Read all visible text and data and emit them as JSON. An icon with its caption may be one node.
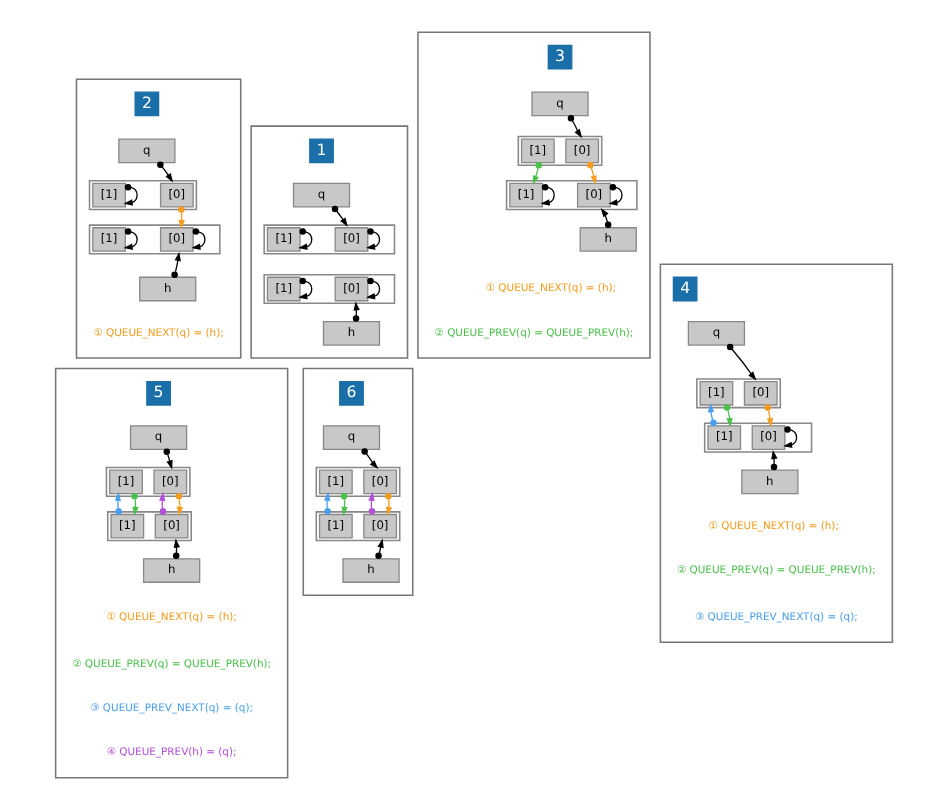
{
  "diagram": {
    "nodes": [
      {
        "text": [],
        "shape": "box"
      },
      {
        "text": [
          "1"
        ],
        "in": 0
      },
      {
        "text": [
          "q"
        ],
        "in": 0
      },
      {
        "text": [],
        "shape": "box",
        "in": 0
      },
      {
        "text": [
          "[0]"
        ],
        "in": 3
      },
      {
        "text": [
          "[1]"
        ],
        "in": 3
      },
      {
        "text": [],
        "shape": "box",
        "in": 0
      },
      {
        "text": [
          "[0]"
        ],
        "in": 6
      },
      {
        "text": [
          "[1]"
        ],
        "in": 6
      },
      {
        "text": [
          "h"
        ],
        "in": 0
      },
      {
        "text": [],
        "shape": "box"
      },
      {
        "text": [
          "2"
        ],
        "in": 10
      },
      {
        "text": [
          "q"
        ],
        "in": 10
      },
      {
        "text": [],
        "shape": "box",
        "in": 10
      },
      {
        "text": [
          "[0]"
        ],
        "in": 13
      },
      {
        "text": [
          "[1]"
        ],
        "in": 13
      },
      {
        "text": [],
        "shape": "box",
        "in": 10
      },
      {
        "text": [
          "[0]"
        ],
        "in": 16
      },
      {
        "text": [
          "[1]"
        ],
        "in": 16
      },
      {
        "text": [
          "h"
        ],
        "in": 10
      },
      {
        "text": [],
        "shape": "box"
      },
      {
        "text": [
          "3"
        ],
        "in": 20
      },
      {
        "text": [
          "q"
        ],
        "in": 20
      },
      {
        "text": [],
        "shape": "box",
        "in": 20
      },
      {
        "text": [
          "[0]"
        ],
        "in": 23
      },
      {
        "text": [
          "[1]"
        ],
        "in": 23
      },
      {
        "text": [],
        "shape": "box",
        "in": 20
      },
      {
        "text": [
          "[0]"
        ],
        "in": 26
      },
      {
        "text": [
          "[1]"
        ],
        "in": 26
      },
      {
        "text": [
          "h"
        ],
        "in": 20
      },
      {
        "text": [],
        "shape": "box"
      },
      {
        "text": [
          "6"
        ],
        "in": 30
      },
      {
        "text": [
          "q"
        ],
        "in": 30
      },
      {
        "text": [],
        "shape": "box",
        "in": 30
      },
      {
        "text": [
          "[0]"
        ],
        "in": 33
      },
      {
        "text": [
          "[1]"
        ],
        "in": 33
      },
      {
        "text": [],
        "shape": "box",
        "in": 30
      },
      {
        "text": [
          "[0]"
        ],
        "in": 36
      },
      {
        "text": [
          "[1]"
        ],
        "in": 36
      },
      {
        "text": [
          "h"
        ],
        "in": 30
      },
      {
        "text": [],
        "shape": "box"
      },
      {
        "text": [
          "5"
        ],
        "in": 40
      },
      {
        "text": [
          "q"
        ],
        "in": 40
      },
      {
        "text": [],
        "shape": "box",
        "in": 40
      },
      {
        "text": [
          "[0]"
        ],
        "in": 43
      },
      {
        "text": [
          "[1]"
        ],
        "in": 43
      },
      {
        "text": [],
        "shape": "box",
        "in": 40
      },
      {
        "text": [
          "[0]"
        ],
        "in": 46
      },
      {
        "text": [
          "[1]"
        ],
        "in": 46
      },
      {
        "text": [
          "h"
        ],
        "in": 40
      },
      {
        "text": [],
        "shape": "box"
      },
      {
        "text": [
          "4"
        ],
        "in": 50
      },
      {
        "text": [
          "q"
        ],
        "in": 50
      },
      {
        "text": [],
        "shape": "box",
        "in": 50
      },
      {
        "text": [
          "[0]"
        ],
        "in": 53
      },
      {
        "text": [
          "[1]"
        ],
        "in": 53
      },
      {
        "text": [],
        "shape": "box",
        "in": 50
      },
      {
        "text": [
          "[0]"
        ],
        "in": 56
      },
      {
        "text": [
          "[1]"
        ],
        "in": 56
      },
      {
        "text": [
          "h"
        ],
        "in": 50
      }
    ],
    "edges": [
      {
        "from": 2,
        "to": 3,
        "arrow": "to"
      },
      {
        "from": 4,
        "to": 4,
        "arrow": "to"
      },
      {
        "from": 5,
        "to": 5,
        "arrow": "to"
      },
      {
        "from": 7,
        "to": 7,
        "arrow": "to"
      },
      {
        "from": 8,
        "to": 8,
        "arrow": "to"
      },
      {
        "from": 9,
        "to": 6,
        "arrow": "to"
      },
      {
        "from": 12,
        "to": 13,
        "arrow": "to"
      },
      {
        "from": 14,
        "to": 17,
        "arrow": "to",
        "color": "#f39c1f"
      },
      {
        "from": 15,
        "to": 15,
        "arrow": "to"
      },
      {
        "from": 17,
        "to": 17,
        "arrow": "to"
      },
      {
        "from": 18,
        "to": 18,
        "arrow": "to"
      },
      {
        "from": 19,
        "to": 16,
        "arrow": "to"
      },
      {
        "from": 22,
        "to": 23,
        "arrow": "to"
      },
      {
        "from": 24,
        "to": 27,
        "arrow": "to",
        "color": "#f39c1f"
      },
      {
        "from": 25,
        "to": 28,
        "arrow": "to",
        "color": "#4cc04c"
      },
      {
        "from": 27,
        "to": 27,
        "arrow": "to"
      },
      {
        "from": 28,
        "to": 28,
        "arrow": "to"
      },
      {
        "from": 29,
        "to": 26,
        "arrow": "to"
      },
      {
        "from": 32,
        "to": 33,
        "arrow": "to"
      },
      {
        "from": 37,
        "to": 34,
        "arrow": "to",
        "color": "#b44fd8"
      },
      {
        "from": 34,
        "to": 37,
        "arrow": "to",
        "color": "#f39c1f"
      },
      {
        "from": 35,
        "to": 38,
        "arrow": "to",
        "color": "#4cc04c"
      },
      {
        "from": 38,
        "to": 35,
        "arrow": "to",
        "color": "#4a9ff0"
      },
      {
        "from": 39,
        "to": 36,
        "arrow": "to"
      },
      {
        "from": 42,
        "to": 43,
        "arrow": "to"
      },
      {
        "from": 44,
        "to": 47,
        "arrow": "to",
        "color": "#f39c1f"
      },
      {
        "from": 45,
        "to": 48,
        "arrow": "to",
        "color": "#4cc04c"
      },
      {
        "from": 48,
        "to": 45,
        "arrow": "to",
        "color": "#4a9ff0"
      },
      {
        "from": 47,
        "to": 44,
        "arrow": "to",
        "color": "#b44fd8"
      },
      {
        "from": 49,
        "to": 46,
        "arrow": "to"
      },
      {
        "from": 52,
        "to": 53,
        "arrow": "to"
      },
      {
        "from": 54,
        "to": 57,
        "arrow": "to",
        "color": "#f39c1f"
      },
      {
        "from": 55,
        "to": 58,
        "arrow": "to",
        "color": "#4cc04c"
      },
      {
        "from": 58,
        "to": 55,
        "arrow": "to",
        "color": "#4a9ff0"
      },
      {
        "from": 57,
        "to": 57,
        "arrow": "to"
      },
      {
        "from": 59,
        "to": 56,
        "arrow": "to"
      }
    ],
    "labels": [
      "① QUEUE_NEXT(q) = (h);",
      "① QUEUE_NEXT(q) = (h);",
      "② QUEUE_PREV(q) = QUEUE_PREV(h);",
      "① QUEUE_NEXT(q) = (h);",
      "② QUEUE_PREV(q) = QUEUE_PREV(h);",
      "③ QUEUE_PREV_NEXT(q) = (q);",
      "④ QUEUE_PREV(h) = (q);",
      "① QUEUE_NEXT(q) = (h);",
      "② QUEUE_PREV(q) = QUEUE_PREV(h);",
      "③ QUEUE_PREV_NEXT(q) = (q);"
    ]
  }
}
